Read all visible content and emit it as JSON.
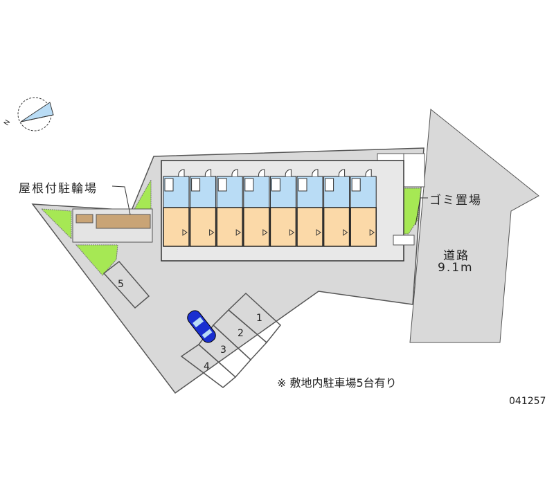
{
  "compass": {
    "north_label": "N"
  },
  "labels": {
    "bicycle_parking": "屋根付駐輪場",
    "garbage": "ゴミ置場",
    "road": "道路",
    "road_width": "9.1m",
    "note": "※ 敷地内駐車場5台有り",
    "property_id": "041257"
  },
  "parking_spaces": [
    "1",
    "2",
    "3",
    "4",
    "5"
  ],
  "unit_count": 8,
  "colors": {
    "lot": "#d9d9d9",
    "road": "#d9d9d9",
    "green": "#a6e854",
    "room": "#fbd9a8",
    "wet": "#b9dcf5",
    "bike": "#c9a476",
    "car": "#1a2fd0"
  }
}
